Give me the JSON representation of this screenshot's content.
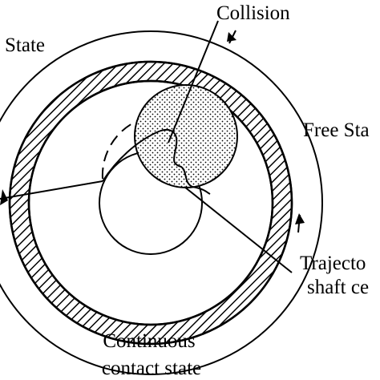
{
  "labels": {
    "state": "State",
    "collision": "Collision",
    "free_state": "Free Sta",
    "trajectory": "Trajecto",
    "shaft_center": "shaft ce",
    "continuous_line1": "Continuous",
    "continuous_line2": "contact state"
  },
  "colors": {
    "ink": "#000000",
    "background": "#ffffff"
  }
}
